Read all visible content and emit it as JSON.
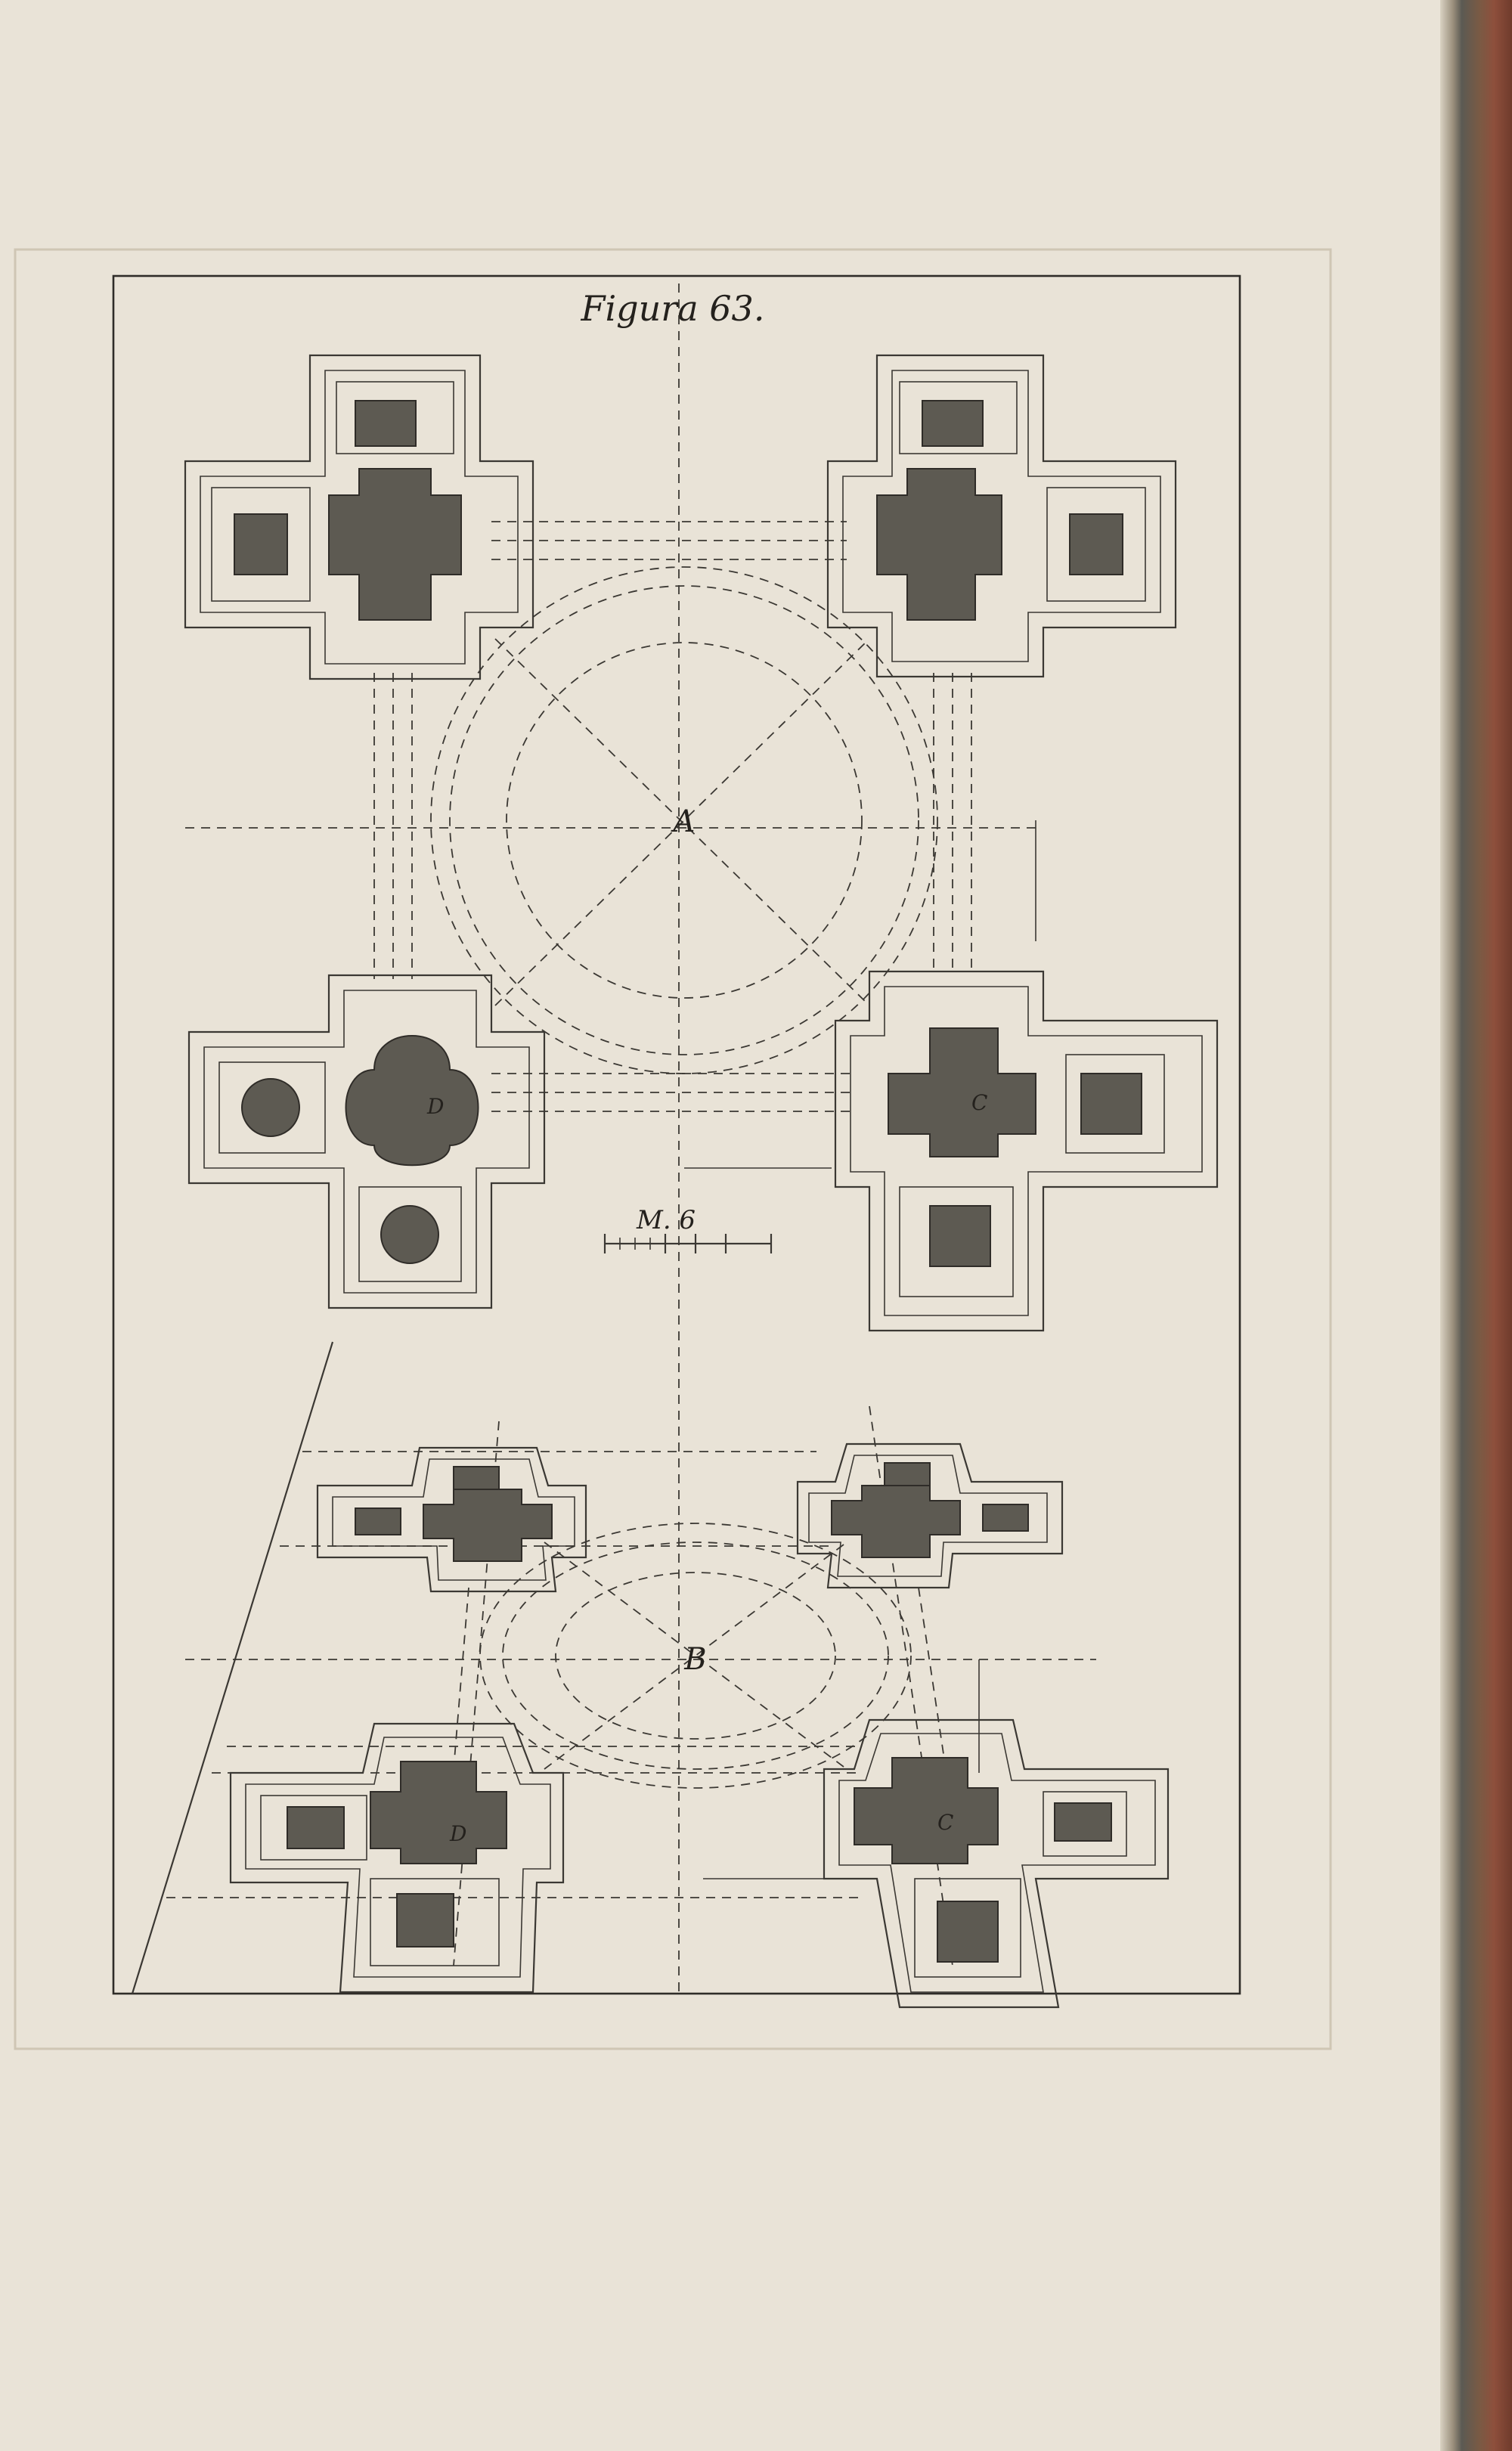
{
  "figure_title": "Figura 63.",
  "labels": {
    "a": "A",
    "b": "B",
    "c": "C",
    "d": "D",
    "c_lower": "C",
    "d_lower": "D",
    "scale": "M. 6"
  },
  "colors": {
    "paper": "#e9e3d7",
    "ink": "#2f2c28",
    "hatch": "#5d5a52"
  }
}
